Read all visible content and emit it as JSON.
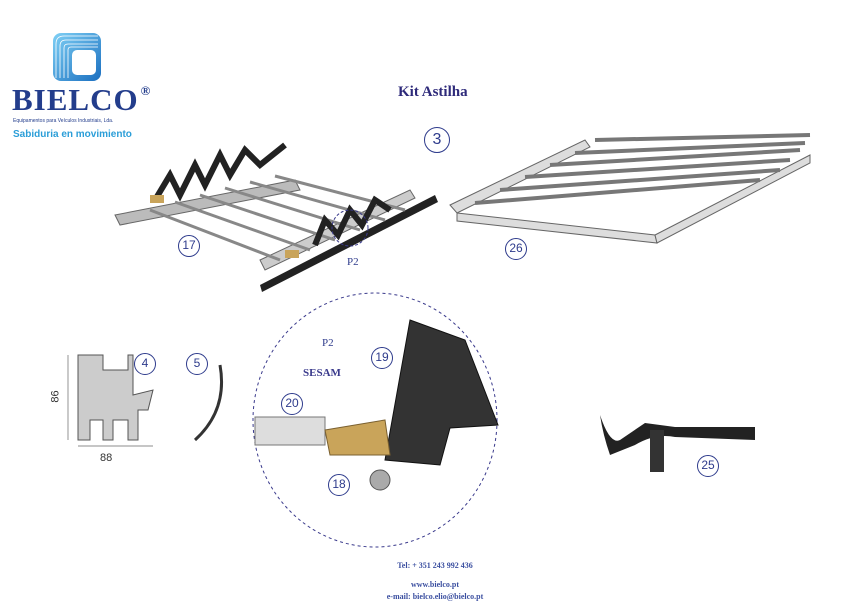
{
  "logo": {
    "brand": "BIELCO",
    "registered": "®",
    "subtitle": "Equipamentos para Veículos Industriais, Lda.",
    "slogan": "Sabiduria en movimiento",
    "color": "#233d8c",
    "accent": "#2b9ed8"
  },
  "title": "Kit Astilha",
  "parts": {
    "p3": "3",
    "p17": "17",
    "p26": "26",
    "p4": "4",
    "p5": "5",
    "p19": "19",
    "p20": "20",
    "p18": "18",
    "p25": "25"
  },
  "labels": {
    "detail_top": "P2",
    "detail_circle": "P2",
    "sesam": "SESAM",
    "dim_height": "86",
    "dim_width": "88"
  },
  "contact": {
    "tel": "Tel: + 351 243 992 436",
    "web": "www.bielco.pt",
    "email": "e-mail: bielco.elio@bielco.pt"
  }
}
